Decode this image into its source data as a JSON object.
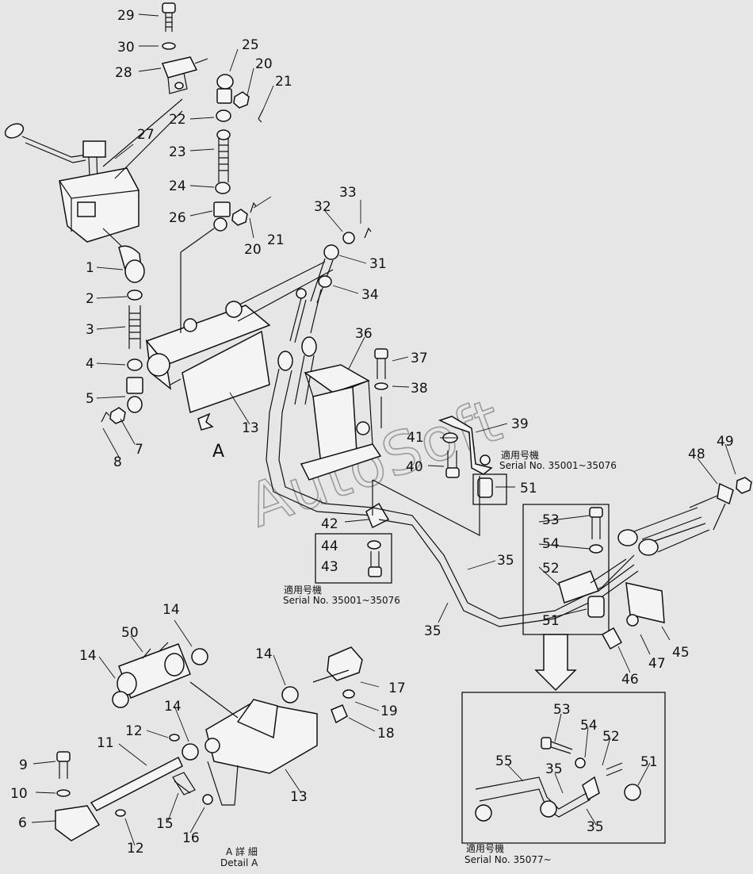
{
  "diagram": {
    "watermark": "AutoSoft",
    "view_label": "A",
    "detail_caption_jp": "A 詳 細",
    "detail_caption_en": "Detail A",
    "serial_notes": [
      {
        "jp": "適用号機",
        "en": "Serial No. 35001~35076"
      },
      {
        "jp": "適用号機",
        "en": "Serial No. 35001~35076"
      },
      {
        "jp": "適用号機",
        "en": "Serial No. 35077~"
      }
    ],
    "callouts": [
      "29",
      "30",
      "28",
      "25",
      "20",
      "21",
      "22",
      "27",
      "23",
      "24",
      "26",
      "20",
      "21",
      "32",
      "33",
      "1",
      "31",
      "2",
      "34",
      "3",
      "36",
      "4",
      "37",
      "5",
      "38",
      "7",
      "8",
      "13",
      "39",
      "41",
      "40",
      "51",
      "42",
      "44",
      "43",
      "53",
      "54",
      "52",
      "35",
      "35",
      "51",
      "48",
      "49",
      "45",
      "47",
      "46",
      "14",
      "50",
      "14",
      "14",
      "17",
      "19",
      "18",
      "12",
      "11",
      "14",
      "9",
      "10",
      "6",
      "15",
      "16",
      "12",
      "13",
      "53",
      "54",
      "52",
      "55",
      "35",
      "51",
      "35"
    ],
    "colors": {
      "background": "#e6e6e6",
      "ink": "#111111",
      "watermark": "#9a9a9a"
    }
  }
}
